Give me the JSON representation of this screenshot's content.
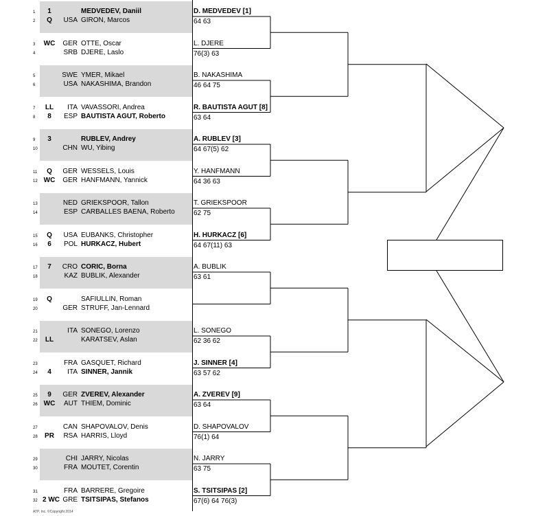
{
  "players": [
    {
      "n": "1",
      "seed": "1",
      "cc": "",
      "name": "MEDVEDEV, Daniil",
      "bold": true
    },
    {
      "n": "2",
      "seed": "Q",
      "cc": "USA",
      "name": "GIRON, Marcos",
      "bold": false
    },
    {
      "n": "3",
      "seed": "WC",
      "cc": "GER",
      "name": "OTTE, Oscar",
      "bold": false
    },
    {
      "n": "4",
      "seed": "",
      "cc": "SRB",
      "name": "DJERE, Laslo",
      "bold": false
    },
    {
      "n": "5",
      "seed": "",
      "cc": "SWE",
      "name": "YMER, Mikael",
      "bold": false
    },
    {
      "n": "6",
      "seed": "",
      "cc": "USA",
      "name": "NAKASHIMA, Brandon",
      "bold": false
    },
    {
      "n": "7",
      "seed": "LL",
      "cc": "ITA",
      "name": "VAVASSORI, Andrea",
      "bold": false
    },
    {
      "n": "8",
      "seed": "8",
      "cc": "ESP",
      "name": "BAUTISTA AGUT, Roberto",
      "bold": true
    },
    {
      "n": "9",
      "seed": "3",
      "cc": "",
      "name": "RUBLEV, Andrey",
      "bold": true
    },
    {
      "n": "10",
      "seed": "",
      "cc": "CHN",
      "name": "WU, Yibing",
      "bold": false
    },
    {
      "n": "11",
      "seed": "Q",
      "cc": "GER",
      "name": "WESSELS, Louis",
      "bold": false
    },
    {
      "n": "12",
      "seed": "WC",
      "cc": "GER",
      "name": "HANFMANN, Yannick",
      "bold": false
    },
    {
      "n": "13",
      "seed": "",
      "cc": "NED",
      "name": "GRIEKSPOOR, Tallon",
      "bold": false
    },
    {
      "n": "14",
      "seed": "",
      "cc": "ESP",
      "name": "CARBALLES BAENA, Roberto",
      "bold": false
    },
    {
      "n": "15",
      "seed": "Q",
      "cc": "USA",
      "name": "EUBANKS, Christopher",
      "bold": false
    },
    {
      "n": "16",
      "seed": "6",
      "cc": "POL",
      "name": "HURKACZ, Hubert",
      "bold": true
    },
    {
      "n": "17",
      "seed": "7",
      "cc": "CRO",
      "name": "CORIC, Borna",
      "bold": true
    },
    {
      "n": "18",
      "seed": "",
      "cc": "KAZ",
      "name": "BUBLIK, Alexander",
      "bold": false
    },
    {
      "n": "19",
      "seed": "Q",
      "cc": "",
      "name": "SAFIULLIN, Roman",
      "bold": false
    },
    {
      "n": "20",
      "seed": "",
      "cc": "GER",
      "name": "STRUFF, Jan-Lennard",
      "bold": false
    },
    {
      "n": "21",
      "seed": "",
      "cc": "ITA",
      "name": "SONEGO, Lorenzo",
      "bold": false
    },
    {
      "n": "22",
      "seed": "LL",
      "cc": "",
      "name": "KARATSEV, Aslan",
      "bold": false
    },
    {
      "n": "23",
      "seed": "",
      "cc": "FRA",
      "name": "GASQUET, Richard",
      "bold": false
    },
    {
      "n": "24",
      "seed": "4",
      "cc": "ITA",
      "name": "SINNER, Jannik",
      "bold": true
    },
    {
      "n": "25",
      "seed": "9",
      "cc": "GER",
      "name": "ZVEREV, Alexander",
      "bold": true
    },
    {
      "n": "26",
      "seed": "WC",
      "cc": "AUT",
      "name": "THIEM, Dominic",
      "bold": false
    },
    {
      "n": "27",
      "seed": "",
      "cc": "CAN",
      "name": "SHAPOVALOV, Denis",
      "bold": false
    },
    {
      "n": "28",
      "seed": "PR",
      "cc": "RSA",
      "name": "HARRIS, Lloyd",
      "bold": false
    },
    {
      "n": "29",
      "seed": "",
      "cc": "CHI",
      "name": "JARRY, Nicolas",
      "bold": false
    },
    {
      "n": "30",
      "seed": "",
      "cc": "FRA",
      "name": "MOUTET, Corentin",
      "bold": false
    },
    {
      "n": "31",
      "seed": "",
      "cc": "FRA",
      "name": "BARRERE, Gregoire",
      "bold": false
    },
    {
      "n": "32",
      "seed": "2 WC",
      "cc": "GRE",
      "name": "TSITSIPAS, Stefanos",
      "bold": true
    }
  ],
  "round2": [
    {
      "winner": "D. MEDVEDEV [1]",
      "score": "64 63",
      "bold": true
    },
    {
      "winner": "L. DJERE",
      "score": "76(3) 63",
      "bold": false
    },
    {
      "winner": "B. NAKASHIMA",
      "score": "46 64 75",
      "bold": false
    },
    {
      "winner": "R. BAUTISTA AGUT [8]",
      "score": "63 64",
      "bold": true
    },
    {
      "winner": "A. RUBLEV [3]",
      "score": "64 67(5) 62",
      "bold": true
    },
    {
      "winner": "Y. HANFMANN",
      "score": "64 36 63",
      "bold": false
    },
    {
      "winner": "T. GRIEKSPOOR",
      "score": "62 75",
      "bold": false
    },
    {
      "winner": "H. HURKACZ [6]",
      "score": "64 67(11) 63",
      "bold": true
    },
    {
      "winner": "A. BUBLIK",
      "score": "63 61",
      "bold": false
    },
    {
      "winner": "",
      "score": "",
      "bold": false
    },
    {
      "winner": "L. SONEGO",
      "score": "62 36 62",
      "bold": false
    },
    {
      "winner": "J. SINNER [4]",
      "score": "63 57 62",
      "bold": true
    },
    {
      "winner": "A. ZVEREV [9]",
      "score": "63 64",
      "bold": true
    },
    {
      "winner": "D. SHAPOVALOV",
      "score": "76(1) 64",
      "bold": false
    },
    {
      "winner": "N. JARRY",
      "score": "63 75",
      "bold": false
    },
    {
      "winner": "S. TSITSIPAS [2]",
      "score": "67(6) 64 76(3)",
      "bold": true
    }
  ],
  "final_box": "",
  "footer": "ATP, Inc. ©Copyright 2014"
}
